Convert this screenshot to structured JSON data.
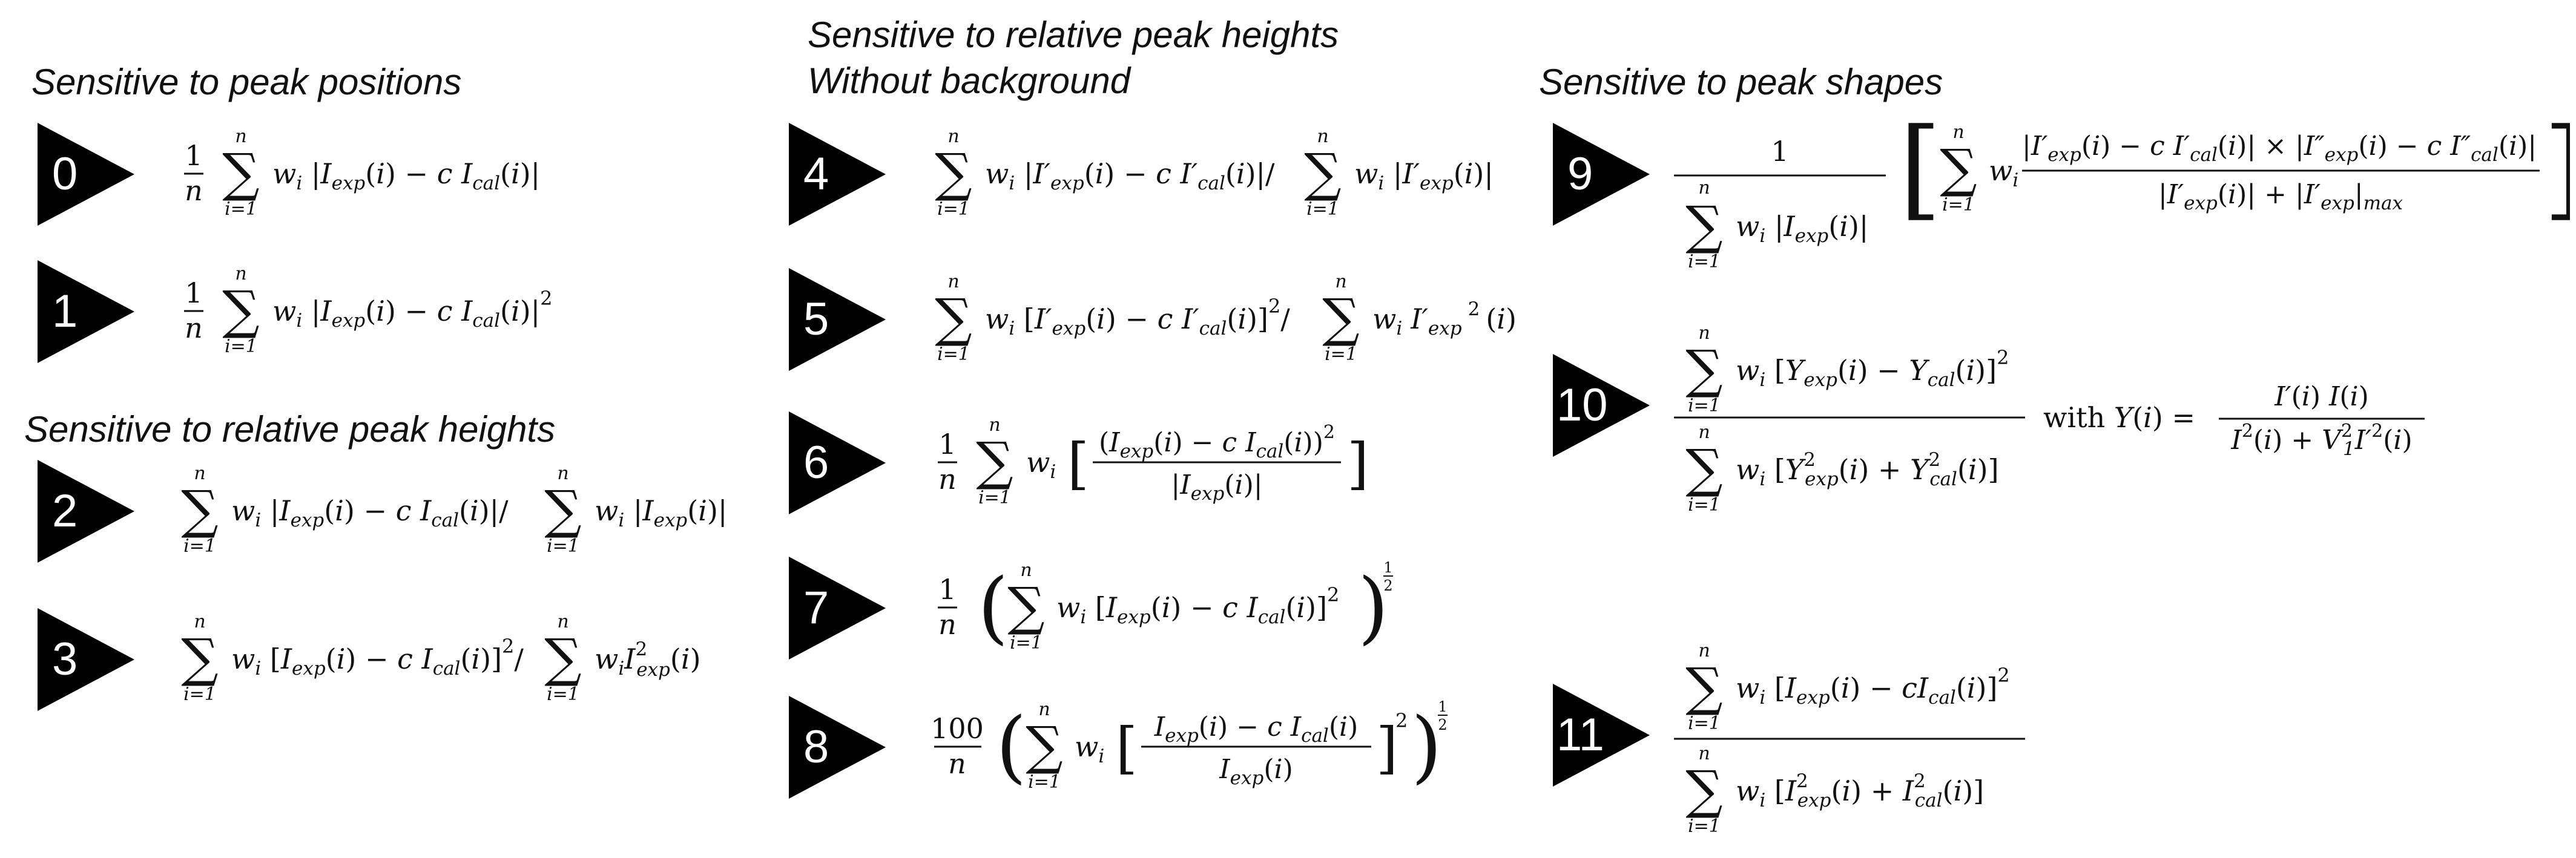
{
  "headings": {
    "positions": "Sensitive to peak positions",
    "relative": "Sensitive to relative peak heights",
    "relative_nobg_line1": "Sensitive to relative peak heights",
    "relative_nobg_line2": "Without background",
    "shapes": "Sensitive to peak shapes"
  },
  "badges": [
    "0",
    "1",
    "2",
    "3",
    "4",
    "5",
    "6",
    "7",
    "8",
    "9",
    "10",
    "11"
  ],
  "formulas": {
    "f0": "(1/n) Σ_{i=1}^{n} w_i |I_exp(i) − c I_cal(i)|",
    "f1": "(1/n) Σ_{i=1}^{n} w_i |I_exp(i) − c I_cal(i)|^2",
    "f2": "Σ_{i=1}^{n} w_i |I_exp(i) − c I_cal(i)| / Σ_{i=1}^{n} w_i |I_exp(i)|",
    "f3": "Σ_{i=1}^{n} w_i [I_exp(i) − c I_cal(i)]^2 / Σ_{i=1}^{n} w_i I_exp^2(i)",
    "f4": "Σ_{i=1}^{n} w_i |I'_exp(i) − c I'_cal(i)| / Σ_{i=1}^{n} w_i |I'_exp(i)|",
    "f5": "Σ_{i=1}^{n} w_i [I'_exp(i) − c I'_cal(i)]^2 / Σ_{i=1}^{n} w_i I'_exp^2(i)",
    "f6": "(1/n) Σ_{i=1}^{n} w_i [ (I_exp(i) − c I_cal(i))^2 / |I_exp(i)| ]",
    "f7": "(1/n) ( Σ_{i=1}^{n} w_i [I_exp(i) − c I_cal(i)]^2 )^{1/2}",
    "f8": "(100/n) ( Σ_{i=1}^{n} w_i [ (I_exp(i) − c I_cal(i)) / I_exp(i) ]^2 )^{1/2}",
    "f9": "1 / Σ_{i=1}^{n} w_i |I_exp(i)| · [ Σ_{i=1}^{n} w_i |I'_exp(i) − c I'_cal(i)| × |I''_exp(i) − c I''_cal(i)| / ( |I'_exp(i)| + |I'_exp|_max ) ]",
    "f10": "Σ_{i=1}^{n} w_i [Y_exp(i) − Y_cal(i)]^2 / Σ_{i=1}^{n} w_i [Y_exp^2(i) + Y_cal^2(i)]  with  Y(i) = I'(i) I(i) / (I^2(i) + V_1^2 I'^2(i))",
    "f11": "Σ_{i=1}^{n} w_i [I_exp(i) − c I_cal(i)]^2 / Σ_{i=1}^{n} w_i [I_exp^2(i) + I_cal^2(i)]"
  }
}
